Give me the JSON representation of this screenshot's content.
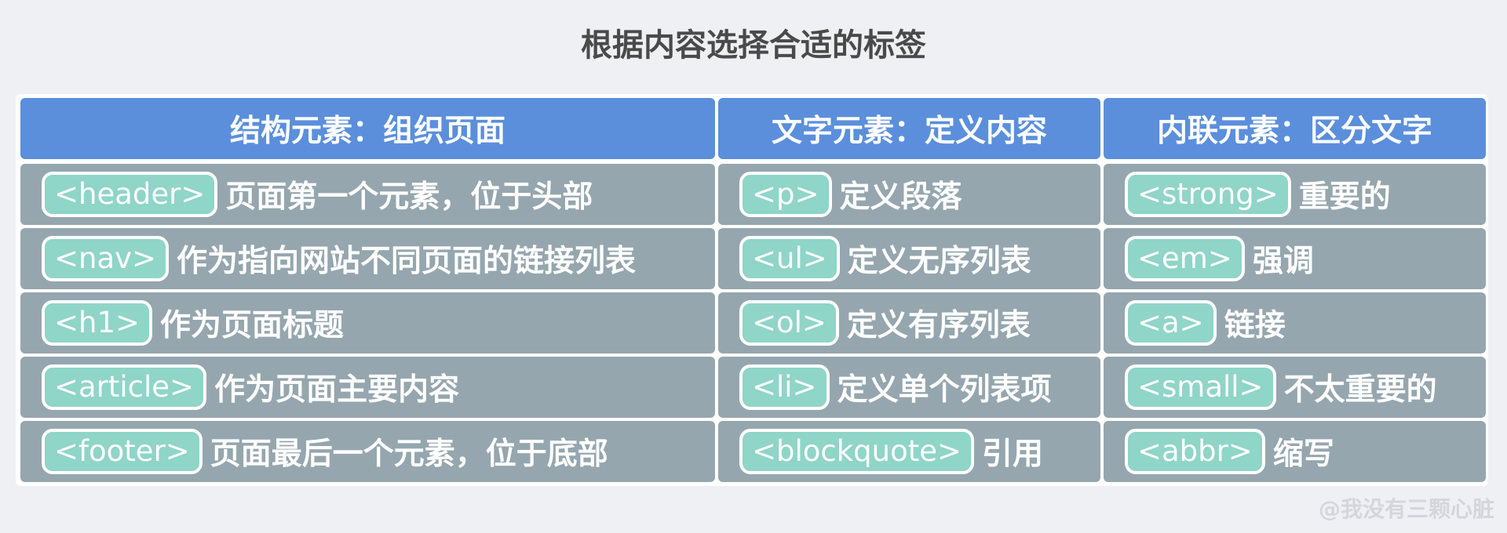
{
  "title": "根据内容选择合适的标签",
  "columns": [
    {
      "header": "结构元素：组织页面",
      "rows": [
        {
          "tag": "<header>",
          "desc": "页面第一个元素，位于头部"
        },
        {
          "tag": "<nav>",
          "desc": "作为指向网站不同页面的链接列表"
        },
        {
          "tag": "<h1>",
          "desc": "作为页面标题"
        },
        {
          "tag": "<article>",
          "desc": "作为页面主要内容"
        },
        {
          "tag": "<footer>",
          "desc": "页面最后一个元素，位于底部"
        }
      ]
    },
    {
      "header": "文字元素：定义内容",
      "rows": [
        {
          "tag": "<p>",
          "desc": "定义段落"
        },
        {
          "tag": "<ul>",
          "desc": "定义无序列表"
        },
        {
          "tag": "<ol>",
          "desc": "定义有序列表"
        },
        {
          "tag": "<li>",
          "desc": "定义单个列表项"
        },
        {
          "tag": "<blockquote>",
          "desc": "引用"
        }
      ]
    },
    {
      "header": "内联元素：区分文字",
      "rows": [
        {
          "tag": "<strong>",
          "desc": "重要的"
        },
        {
          "tag": "<em>",
          "desc": "强调"
        },
        {
          "tag": "<a>",
          "desc": "链接"
        },
        {
          "tag": "<small>",
          "desc": "不太重要的"
        },
        {
          "tag": "<abbr>",
          "desc": "缩写"
        }
      ]
    }
  ],
  "watermark": "@我没有三颗心脏",
  "colors": {
    "header_bg": "#5b8fdc",
    "row_bg": "#95a6ae",
    "tag_bg": "#8fd5c8",
    "page_bg": "#eef0f4"
  }
}
